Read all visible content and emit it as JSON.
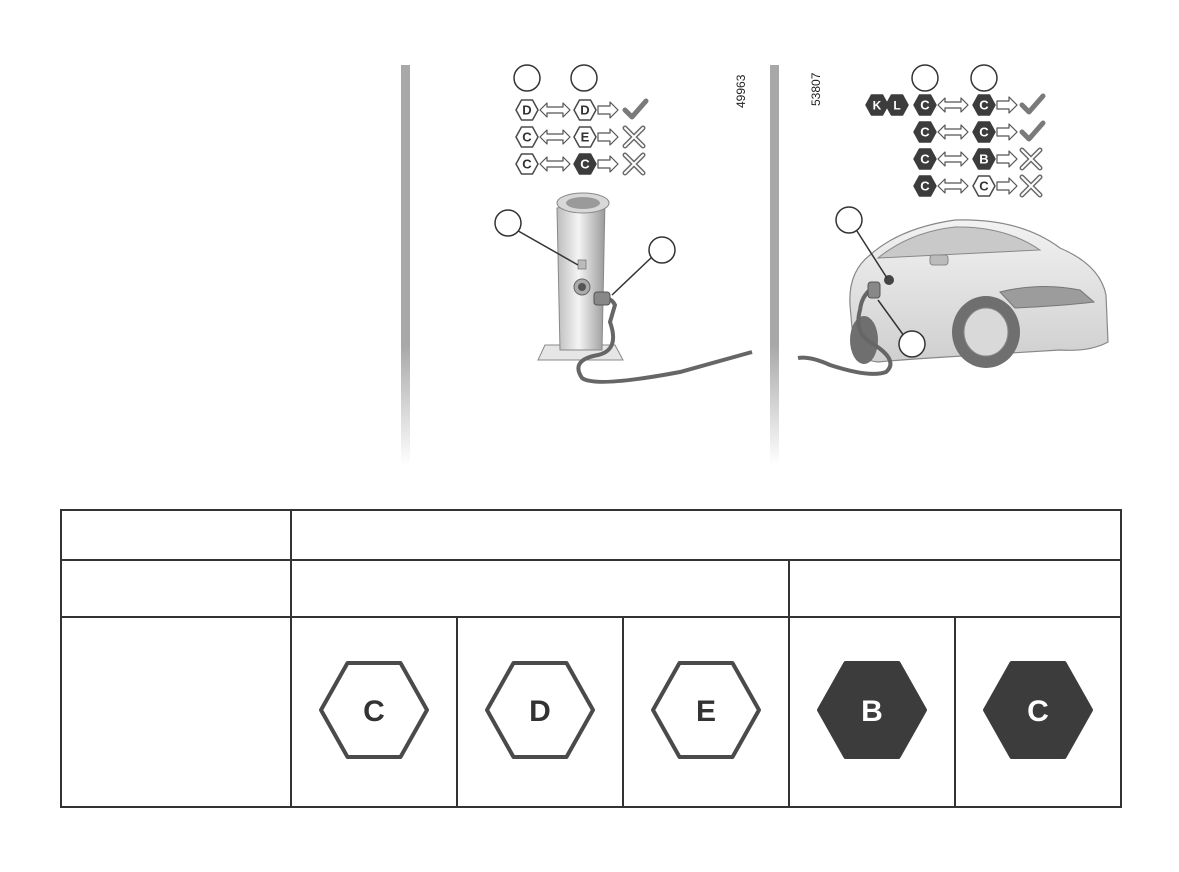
{
  "figure_left": {
    "code": "49963",
    "rows": [
      {
        "left": "D",
        "left_style": "outline",
        "right": "D",
        "right_style": "outline",
        "result": "check"
      },
      {
        "left": "C",
        "left_style": "outline",
        "right": "E",
        "right_style": "outline",
        "result": "cross"
      },
      {
        "left": "C",
        "left_style": "outline",
        "right": "C",
        "right_style": "filled",
        "result": "cross"
      }
    ]
  },
  "figure_right": {
    "code": "53807",
    "prefix_labels": [
      "K",
      "L"
    ],
    "rows": [
      {
        "left": "C",
        "left_style": "filled",
        "right": "C",
        "right_style": "filled",
        "result": "check"
      },
      {
        "left": "C",
        "left_style": "filled",
        "right": "C",
        "right_style": "filled",
        "result": "check"
      },
      {
        "left": "C",
        "left_style": "filled",
        "right": "B",
        "right_style": "filled",
        "result": "cross"
      },
      {
        "left": "C",
        "left_style": "filled",
        "right": "C",
        "right_style": "outline",
        "result": "cross"
      }
    ]
  },
  "table": {
    "labels": [
      {
        "letter": "C",
        "style": "outline"
      },
      {
        "letter": "D",
        "style": "outline"
      },
      {
        "letter": "E",
        "style": "outline"
      },
      {
        "letter": "B",
        "style": "filled"
      },
      {
        "letter": "C",
        "style": "filled"
      }
    ]
  },
  "colors": {
    "filled_hex": "#3c3c3c",
    "outline_hex": "#4a4a4a",
    "check": "#7a7a7a",
    "divider": "#a8a8a8",
    "table_border": "#333333"
  },
  "icons": [
    "charging-station-icon",
    "electric-car-icon",
    "check-icon",
    "cross-icon",
    "double-arrow-icon",
    "arrow-icon"
  ]
}
